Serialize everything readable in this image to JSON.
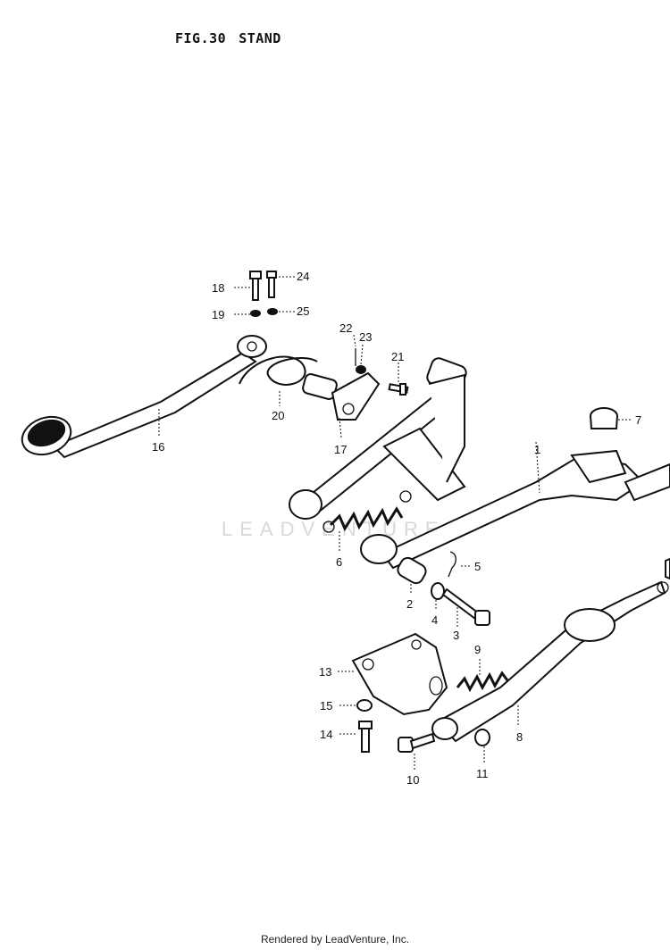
{
  "figure": {
    "number": "FIG.30",
    "title": "STAND"
  },
  "watermark": "LEADVENTURE",
  "footer": "Rendered by LeadVenture, Inc.",
  "callouts": [
    "1",
    "2",
    "3",
    "4",
    "5",
    "6",
    "7",
    "8",
    "9",
    "10",
    "11",
    "13",
    "14",
    "15",
    "16",
    "17",
    "18",
    "19",
    "20",
    "21",
    "22",
    "23",
    "24",
    "25"
  ]
}
